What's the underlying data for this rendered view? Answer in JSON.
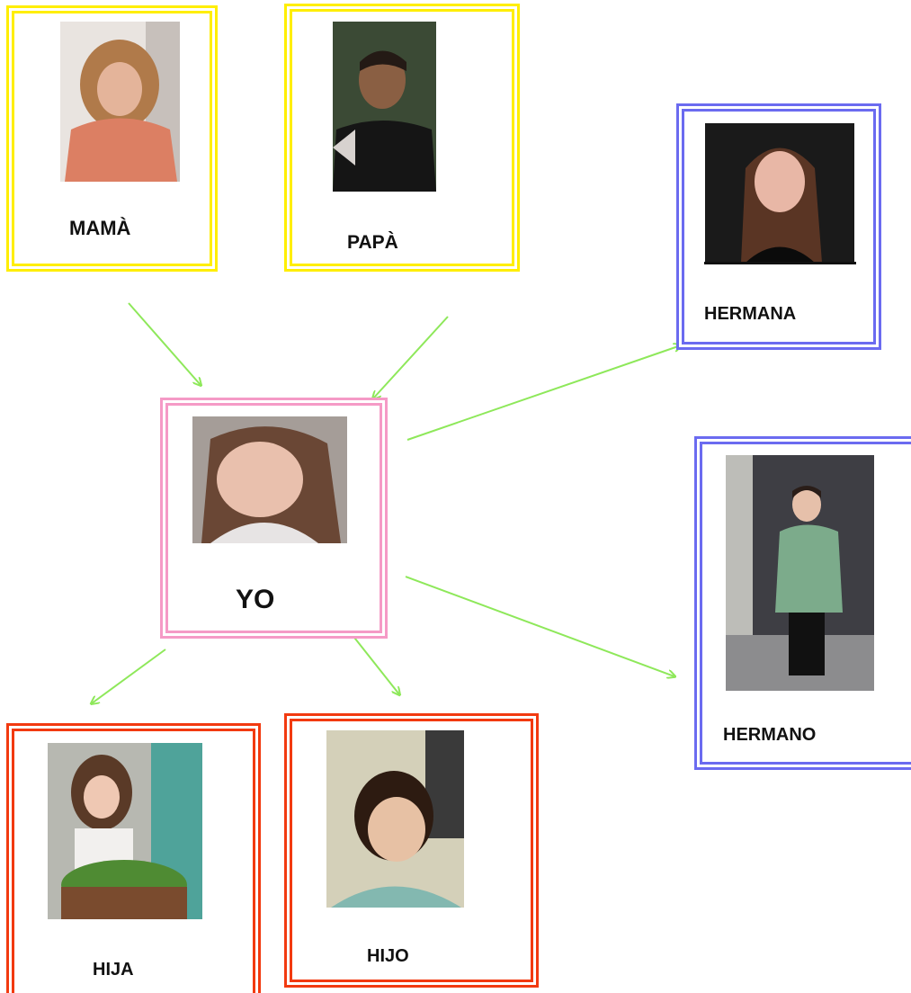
{
  "cards": {
    "mama": {
      "label": "MAMÀ"
    },
    "papa": {
      "label": "PAPÀ"
    },
    "yo": {
      "label": "YO"
    },
    "hermana": {
      "label": "HERMANA"
    },
    "hermano": {
      "label": "HERMANO"
    },
    "hija": {
      "label": "HIJA"
    },
    "hijo": {
      "label": "HIJO"
    }
  },
  "colors": {
    "parents_border": "#ffee00",
    "self_border": "#f59ac6",
    "siblings_border": "#6b6bf0",
    "children_border": "#f23a10",
    "arrow": "#8ee85a"
  }
}
